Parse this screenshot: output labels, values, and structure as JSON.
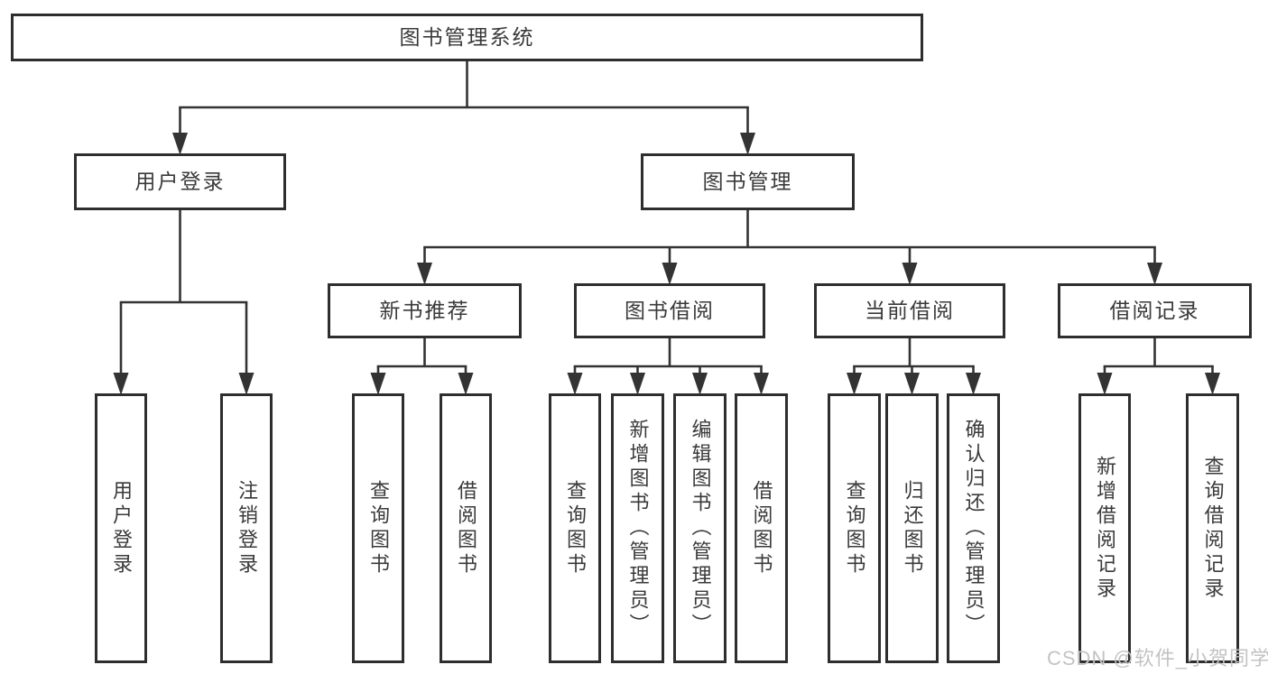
{
  "diagram": {
    "colors": {
      "line": "#333333",
      "border": "#2e2e2e",
      "text": "#3a3a3a",
      "background": "#ffffff"
    },
    "tree": {
      "label": "图书管理系统",
      "children": [
        {
          "label": "用户登录",
          "children": [
            {
              "label": "用户登录"
            },
            {
              "label": "注销登录"
            }
          ]
        },
        {
          "label": "图书管理",
          "children": [
            {
              "label": "新书推荐",
              "children": [
                {
                  "label": "查询图书"
                },
                {
                  "label": "借阅图书"
                }
              ]
            },
            {
              "label": "图书借阅",
              "children": [
                {
                  "label": "查询图书"
                },
                {
                  "label": "新增图书（管理员）"
                },
                {
                  "label": "编辑图书（管理员）"
                },
                {
                  "label": "借阅图书"
                }
              ]
            },
            {
              "label": "当前借阅",
              "children": [
                {
                  "label": "查询图书"
                },
                {
                  "label": "归还图书"
                },
                {
                  "label": "确认归还（管理员）"
                }
              ]
            },
            {
              "label": "借阅记录",
              "children": [
                {
                  "label": "新增借阅记录"
                },
                {
                  "label": "查询借阅记录"
                }
              ]
            }
          ]
        }
      ]
    }
  },
  "watermark": {
    "text": "CSDN @软件_小贺同学",
    "color": "#c3c3c3"
  }
}
